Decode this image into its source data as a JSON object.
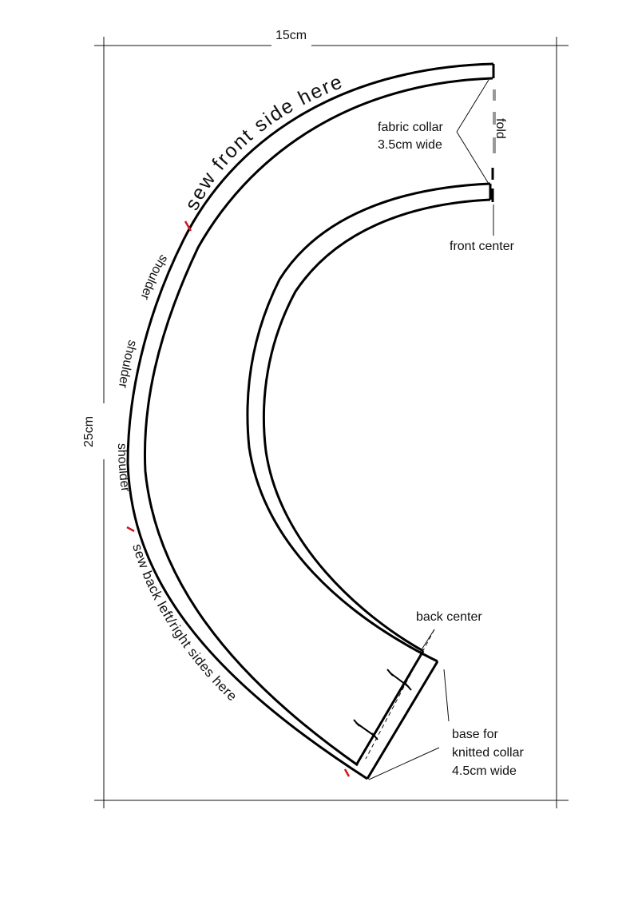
{
  "dimensions": {
    "width_label": "15cm",
    "height_label": "25cm"
  },
  "labels": {
    "fabric_collar_line1": "fabric collar",
    "fabric_collar_line2": "3.5cm wide",
    "fold": "fold",
    "front_center": "front center",
    "back_center": "back center",
    "base_line1": "base for",
    "base_line2": "knitted collar",
    "base_line3": "4.5cm wide"
  },
  "curved_text": {
    "sew_front": "sew front side here",
    "shoulder_1": "shoulder",
    "shoulder_2": "shoulder",
    "shoulder_3": "shoulder",
    "sew_back": "sew back left/right sides here"
  },
  "colors": {
    "line": "#000000",
    "mark": "#d01818",
    "fold_dash": "#999999"
  }
}
